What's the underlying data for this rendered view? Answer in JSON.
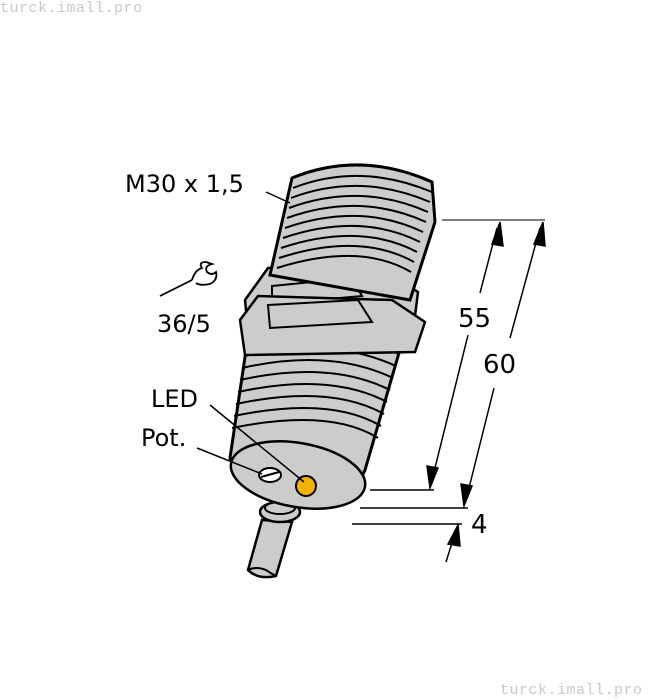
{
  "watermarks": {
    "top_left": "turck.imall.pro",
    "bottom_right": "turck.imall.pro"
  },
  "diagram": {
    "subject": "Cylindrical threaded inductive sensor with cable",
    "labels": {
      "thread": "M30 x 1,5",
      "wrench_size": "36/5",
      "led": "LED",
      "pot": "Pot."
    },
    "dimensions": {
      "thread_length": "55",
      "total_length": "60",
      "face_offset": "4"
    },
    "icons": [
      "wrench-icon"
    ],
    "colors": {
      "body_fill": "#cccccc",
      "outline": "#000000",
      "led": "#f2b300",
      "dimension_line": "#555555"
    }
  }
}
